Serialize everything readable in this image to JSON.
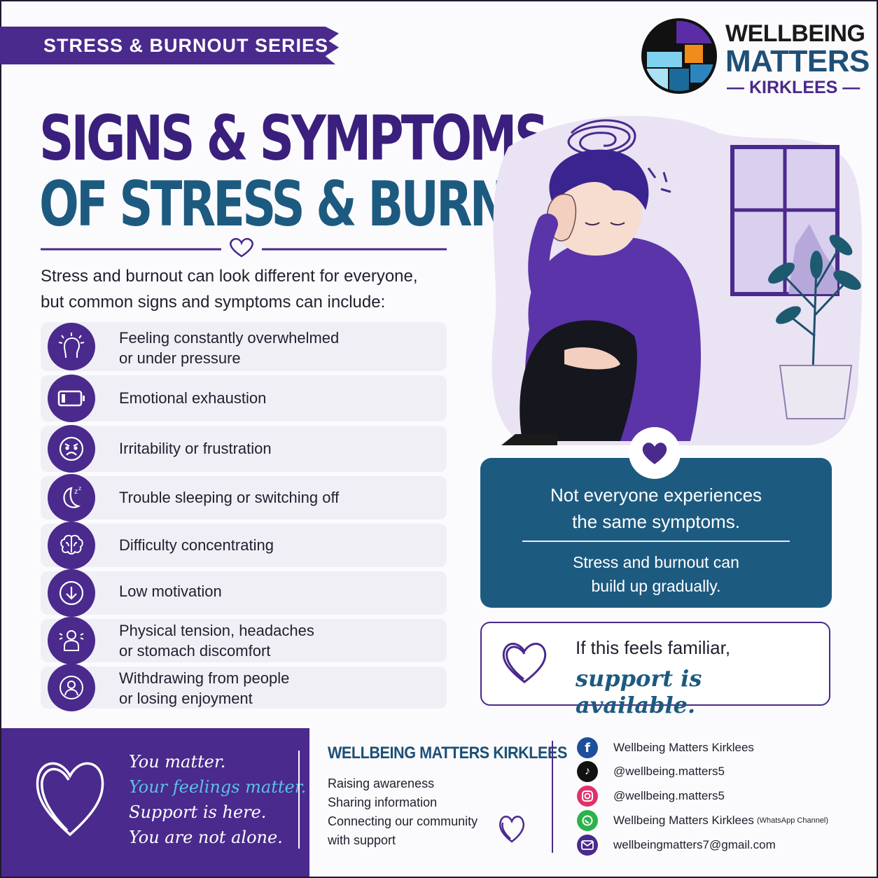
{
  "series_banner": "STRESS & BURNOUT SERIES",
  "logo": {
    "line1": "WELLBEING",
    "line2": "MATTERS",
    "line3": "— KIRKLEES —"
  },
  "title": {
    "line1": "SIGNS & SYMPTOMS",
    "line2": "OF STRESS & BURNOUT"
  },
  "intro": {
    "line1": "Stress and burnout can look different for everyone,",
    "line2": "but common signs and symptoms can include:"
  },
  "symptoms": [
    {
      "icon": "overwhelmed-head-icon",
      "line1": "Feeling constantly overwhelmed",
      "line2": "or under pressure"
    },
    {
      "icon": "low-battery-icon",
      "line1": "Emotional exhaustion",
      "line2": ""
    },
    {
      "icon": "frustrated-face-icon",
      "line1": "Irritability or frustration",
      "line2": ""
    },
    {
      "icon": "moon-sleep-icon",
      "line1": "Trouble sleeping or switching off",
      "line2": ""
    },
    {
      "icon": "brain-icon",
      "line1": "Difficulty concentrating",
      "line2": ""
    },
    {
      "icon": "down-arrow-icon",
      "line1": "Low motivation",
      "line2": ""
    },
    {
      "icon": "tense-person-icon",
      "line1": "Physical tension, headaches",
      "line2": "or stomach discomfort"
    },
    {
      "icon": "person-withdraw-icon",
      "line1": "Withdrawing from people",
      "line2": "or losing enjoyment"
    }
  ],
  "info_box": {
    "main_line1": "Not everyone experiences",
    "main_line2": "the same symptoms.",
    "sub_line1": "Stress and burnout can",
    "sub_line2": "build up gradually."
  },
  "support_box": {
    "line1": "If this feels familiar,",
    "line2": "support is available."
  },
  "footer": {
    "affirmations": [
      "You matter.",
      "Your feelings matter.",
      "Support is here.",
      "You are not alone."
    ],
    "org_title": "WELLBEING MATTERS KIRKLEES",
    "taglines": [
      "Raising awareness",
      "Sharing information",
      "Connecting our community",
      "with support"
    ],
    "contacts": [
      {
        "icon": "facebook-icon",
        "label": "Wellbeing Matters Kirklees",
        "note": ""
      },
      {
        "icon": "tiktok-icon",
        "label": "@wellbeing.matters5",
        "note": ""
      },
      {
        "icon": "instagram-icon",
        "label": "@wellbeing.matters5",
        "note": ""
      },
      {
        "icon": "whatsapp-icon",
        "label": "Wellbeing Matters Kirklees",
        "note": "(WhatsApp Channel)"
      },
      {
        "icon": "email-icon",
        "label": "wellbeingmatters7@gmail.com",
        "note": ""
      }
    ]
  },
  "colors": {
    "purple": "#4a2a8c",
    "teal": "#1d5a80",
    "light_panel": "#f1eff6",
    "accent_blue": "#5bc0e8"
  }
}
